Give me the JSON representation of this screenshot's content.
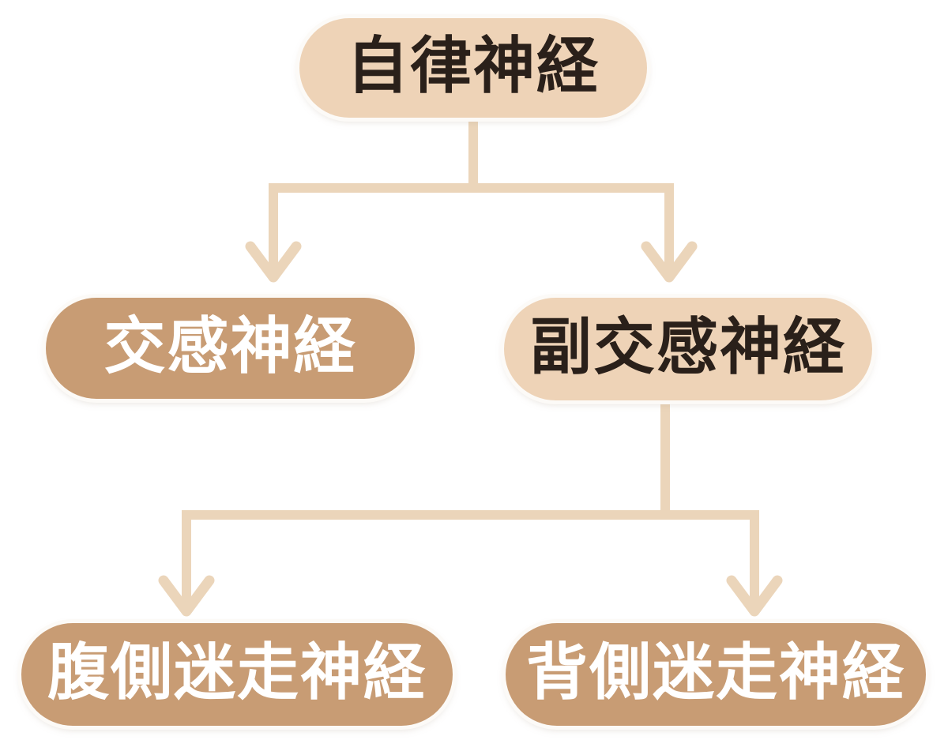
{
  "diagram": {
    "type": "tree",
    "background": "#ffffff",
    "colors": {
      "box_light": "#eed3b7",
      "box_dark": "#c89c74",
      "connector": "#ebd5ba",
      "text_dark": "#2a201a",
      "text_light": "#ffffff",
      "box_outline": "#fcfaf7"
    },
    "nodes": [
      {
        "id": "autonomic-nerve",
        "label": "自律神経",
        "variant": "light",
        "level": 1
      },
      {
        "id": "sympathetic-nerve",
        "label": "交感神経",
        "variant": "dark",
        "level": 2
      },
      {
        "id": "parasympathetic-nerve",
        "label": "副交感神経",
        "variant": "light",
        "level": 2
      },
      {
        "id": "ventral-vagal-nerve",
        "label": "腹側迷走神経",
        "variant": "dark",
        "level": 3
      },
      {
        "id": "dorsal-vagal-nerve",
        "label": "背側迷走神経",
        "variant": "dark",
        "level": 3
      }
    ],
    "edges": [
      {
        "from": "autonomic-nerve",
        "to": "sympathetic-nerve"
      },
      {
        "from": "autonomic-nerve",
        "to": "parasympathetic-nerve"
      },
      {
        "from": "parasympathetic-nerve",
        "to": "ventral-vagal-nerve"
      },
      {
        "from": "parasympathetic-nerve",
        "to": "dorsal-vagal-nerve"
      }
    ]
  }
}
